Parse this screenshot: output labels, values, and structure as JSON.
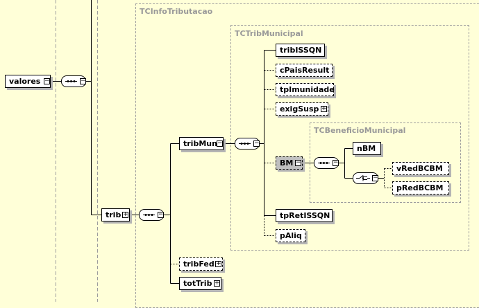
{
  "frames": {
    "info_tributacao": "TCInfoTributacao",
    "trib_municipal": "TCTribMunicipal",
    "beneficio_municipal": "TCBeneficioMunicipal"
  },
  "nodes": {
    "valores": "valores",
    "trib": "trib",
    "trib_mun": "tribMun",
    "trib_issqn": "tribISSQN",
    "c_pais_result": "cPaisResult",
    "tp_imunidade": "tpImunidade",
    "exig_susp": "exigSusp",
    "bm": "BM",
    "n_bm": "nBM",
    "v_red_bcbm": "vRedBCBM",
    "p_red_bcbm": "pRedBCBM",
    "tp_ret_issqn": "tpRetISSQN",
    "p_aliq": "pAliq",
    "trib_fed": "tribFed",
    "tot_trib": "totTrib"
  },
  "colors": {
    "background": "#ffffd8",
    "frame_label": "#999999",
    "selected_node": "#c0c0c0"
  },
  "icons": {
    "expanded": "minus-box-icon",
    "collapsed": "plus-box-icon",
    "sequence": "sequence-compositor-icon",
    "choice": "choice-compositor-icon"
  }
}
